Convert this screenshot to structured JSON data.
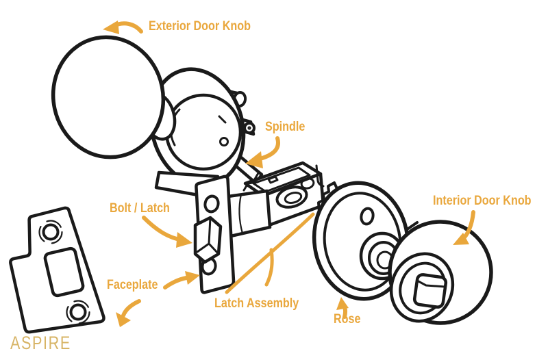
{
  "diagram": {
    "brand": "ASPIRE",
    "colors": {
      "label_accent": "#E9A73C",
      "brand_gold": "#D7B466",
      "line_ink": "#1A1A1A",
      "background": "#FFFFFF"
    },
    "labels": {
      "exterior_door_knob": "Exterior Door Knob",
      "spindle": "Spindle",
      "bolt_latch": "Bolt / Latch",
      "faceplate": "Faceplate",
      "latch_assembly": "Latch Assembly",
      "rose": "Rose",
      "interior_door_knob": "Interior Door Knob"
    }
  }
}
